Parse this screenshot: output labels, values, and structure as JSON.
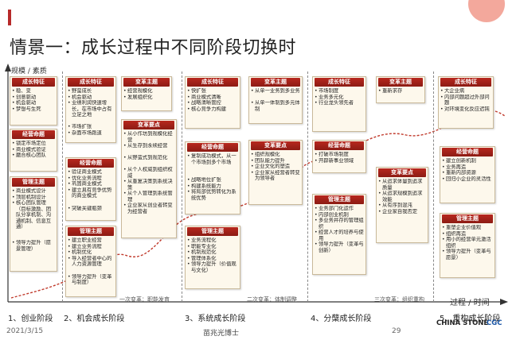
{
  "header": {
    "title": "情景一：成长过程中不同阶段切换时"
  },
  "axis": {
    "y_label": "规模 / 素质",
    "x_label": "过程 / 时间"
  },
  "columns": [
    {
      "boxes": [
        {
          "title": "成长特征",
          "items": [
            "稳、变",
            "创意驱动",
            "机会驱动",
            "梦想与生死"
          ]
        },
        {
          "title": "经营命题",
          "items": [
            "锁定市场定位",
            "商业模式验证",
            "磨合核心团队"
          ]
        },
        {
          "title": "管理主题",
          "items": [
            "商业模式设计",
            "顶层机制设计",
            "核心团队管理（目标激励、团队分享机制、沟通机制、信息互通）",
            "领导力提升（愿景管理）"
          ]
        }
      ]
    },
    {
      "boxes": [
        {
          "title": "成长特征",
          "items": [
            "野蛮成长",
            "机会驱动",
            "业绩利润快速增长，在市场中占有立足之地",
            "市场扩张",
            "杂面市场跑道"
          ]
        },
        {
          "title": "经营命题",
          "items": [
            "验证商业模式",
            "优化业务流程",
            "巩固商业模式",
            "建立具有竞争优势的商业模式",
            "突破关键瓶颈"
          ]
        },
        {
          "title": "管理主题",
          "items": [
            "建立职业经营",
            "建立业务流程",
            "机制优化",
            "导入经营者中心的人力资源管理",
            "领导力提升（变革与制度）"
          ]
        }
      ]
    },
    {
      "boxes": [
        {
          "title": "变革主题",
          "items": [
            "经营规模化",
            "发展组织化"
          ]
        },
        {
          "title": "变革要点",
          "items": [
            "从小作坊到规模化经营",
            "从生存到永续经营",
            "从野蛮式到规范化",
            "从个人权威到组织权威",
            "从重复决策到系统决策",
            "从个人管理到系统管理",
            "企业家从创业者转变为经营者"
          ]
        }
      ]
    },
    {
      "boxes": [
        {
          "title": "成长特征",
          "items": [
            "快扩张",
            "商业模式清晰",
            "战略清晰管控",
            "核心竞争力构建"
          ]
        },
        {
          "title": "经营命题",
          "items": [
            "复制成功模式，从一个市场到多个市场",
            "战略地位扩张",
            "构建系统能力",
            "将局部优势转化为系统优势"
          ]
        },
        {
          "title": "管理主题",
          "items": [
            "业务流程化",
            "职能专业化",
            "机制规范化",
            "管理体系化",
            "领导力提升（价值观与文化）"
          ]
        }
      ]
    },
    {
      "boxes": [
        {
          "title": "变革主题",
          "items": [
            "从单一业务到多业务",
            "从单一体制到多元体制"
          ]
        },
        {
          "title": "变革要点",
          "items": [
            "组织规模化",
            "团队能力提升",
            "企业文化的塑造",
            "企业家从经营者转变为领导者"
          ]
        }
      ]
    },
    {
      "boxes": [
        {
          "title": "成长特征",
          "items": [
            "市场制度",
            "业务多元化",
            "行业龙头领先者"
          ]
        },
        {
          "title": "经营命题",
          "items": [
            "打破市场制度",
            "开辟新事业领域"
          ]
        },
        {
          "title": "管理主题",
          "items": [
            "业务部门化运作",
            "内部创业机制",
            "多业务并存的管理组织",
            "经营人才的培养与使用",
            "领导力提升（变革与创新）"
          ]
        }
      ]
    },
    {
      "boxes": [
        {
          "title": "变革主题",
          "items": [
            "重新求存"
          ]
        },
        {
          "title": "变革要点",
          "items": [
            "从追求体量到追求质量",
            "从追求规模到追求效能",
            "从有序到混沌",
            "企业家自我否定"
          ]
        }
      ]
    },
    {
      "boxes": [
        {
          "title": "成长特征",
          "items": [
            "大企业病",
            "内部问题超过外部问题",
            "对环境变化反应迟钝"
          ]
        },
        {
          "title": "经营命题",
          "items": [
            "建立创新机制",
            "业务再造",
            "重新内部资源",
            "回归小企业的灵活性"
          ]
        },
        {
          "title": "管理主题",
          "items": [
            "重塑企业价值观",
            "组织再造",
            "用小的经营单元激活组织",
            "领导力提升（变革与愿景）"
          ]
        }
      ]
    }
  ],
  "transitions": [
    "一次变革：职能发育",
    "二次变革：体制调整",
    "三次变革：组织重构"
  ],
  "stages": [
    "1、创业阶段",
    "2、机会成长阶段",
    "3、系统成长阶段",
    "4、分蘖成长阶段",
    "5、重构成长阶段"
  ],
  "footer": {
    "date": "2021/3/15",
    "author": "苗兆光博士",
    "page": "29",
    "logo_cs": "CHINA STONE",
    "logo_cgc": "CGC"
  },
  "colors": {
    "accent": "#b8281e",
    "curve": "#c0392b",
    "box_bg": "#fdf8ec",
    "header_bg": "#8c1b14"
  }
}
